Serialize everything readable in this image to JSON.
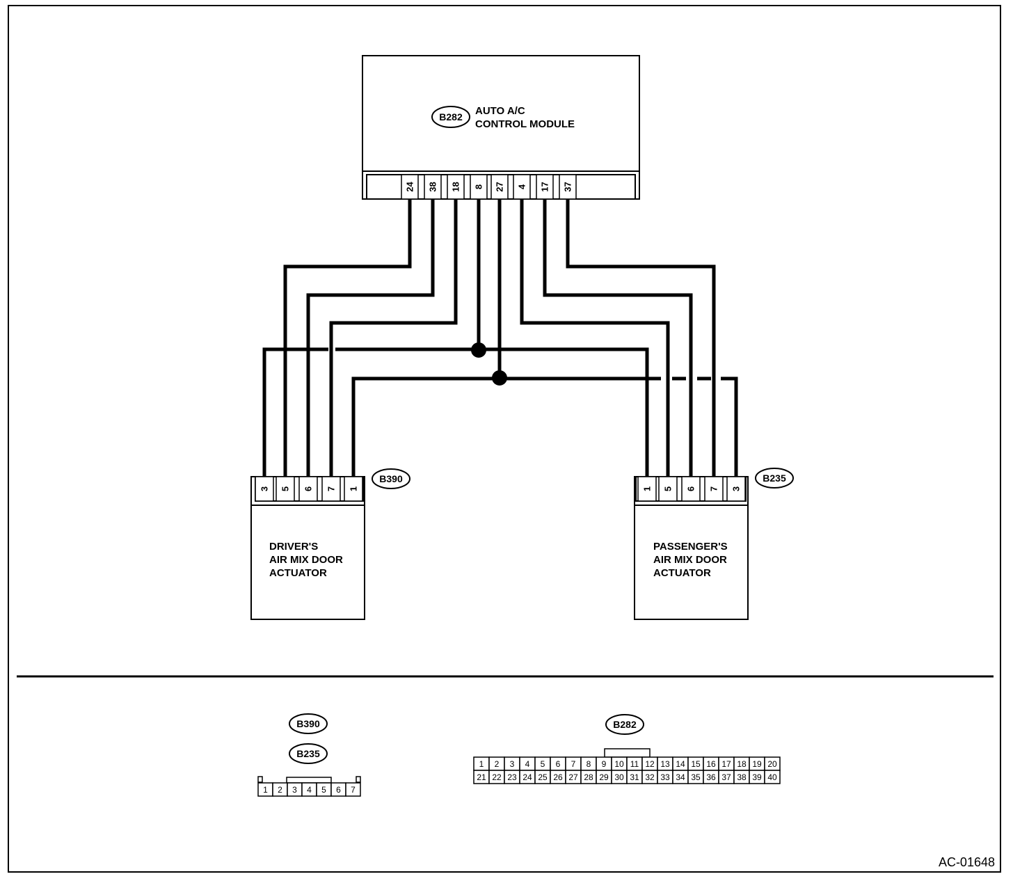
{
  "module": {
    "connector_tag": "B282",
    "label_line1": "AUTO A/C",
    "label_line2": "CONTROL MODULE",
    "pins": [
      "24",
      "38",
      "18",
      "8",
      "27",
      "4",
      "17",
      "37"
    ]
  },
  "driver_actuator": {
    "connector_tag": "B390",
    "label_line1": "DRIVER'S",
    "label_line2": "AIR MIX DOOR",
    "label_line3": "ACTUATOR",
    "pins": [
      "3",
      "5",
      "6",
      "7",
      "1"
    ]
  },
  "passenger_actuator": {
    "connector_tag": "B235",
    "label_line1": "PASSENGER'S",
    "label_line2": "AIR MIX DOOR",
    "label_line3": "ACTUATOR",
    "pins": [
      "1",
      "5",
      "6",
      "7",
      "3"
    ]
  },
  "connector_views": {
    "small": {
      "tags": [
        "B390",
        "B235"
      ],
      "pins": [
        "1",
        "2",
        "3",
        "4",
        "5",
        "6",
        "7"
      ]
    },
    "large": {
      "tag": "B282",
      "row1": [
        "1",
        "2",
        "3",
        "4",
        "5",
        "6",
        "7",
        "8",
        "9",
        "10",
        "11",
        "12",
        "13",
        "14",
        "15",
        "16",
        "17",
        "18",
        "19",
        "20"
      ],
      "row2": [
        "21",
        "22",
        "23",
        "24",
        "25",
        "26",
        "27",
        "28",
        "29",
        "30",
        "31",
        "32",
        "33",
        "34",
        "35",
        "36",
        "37",
        "38",
        "39",
        "40"
      ]
    }
  },
  "figure_code": "AC-01648"
}
